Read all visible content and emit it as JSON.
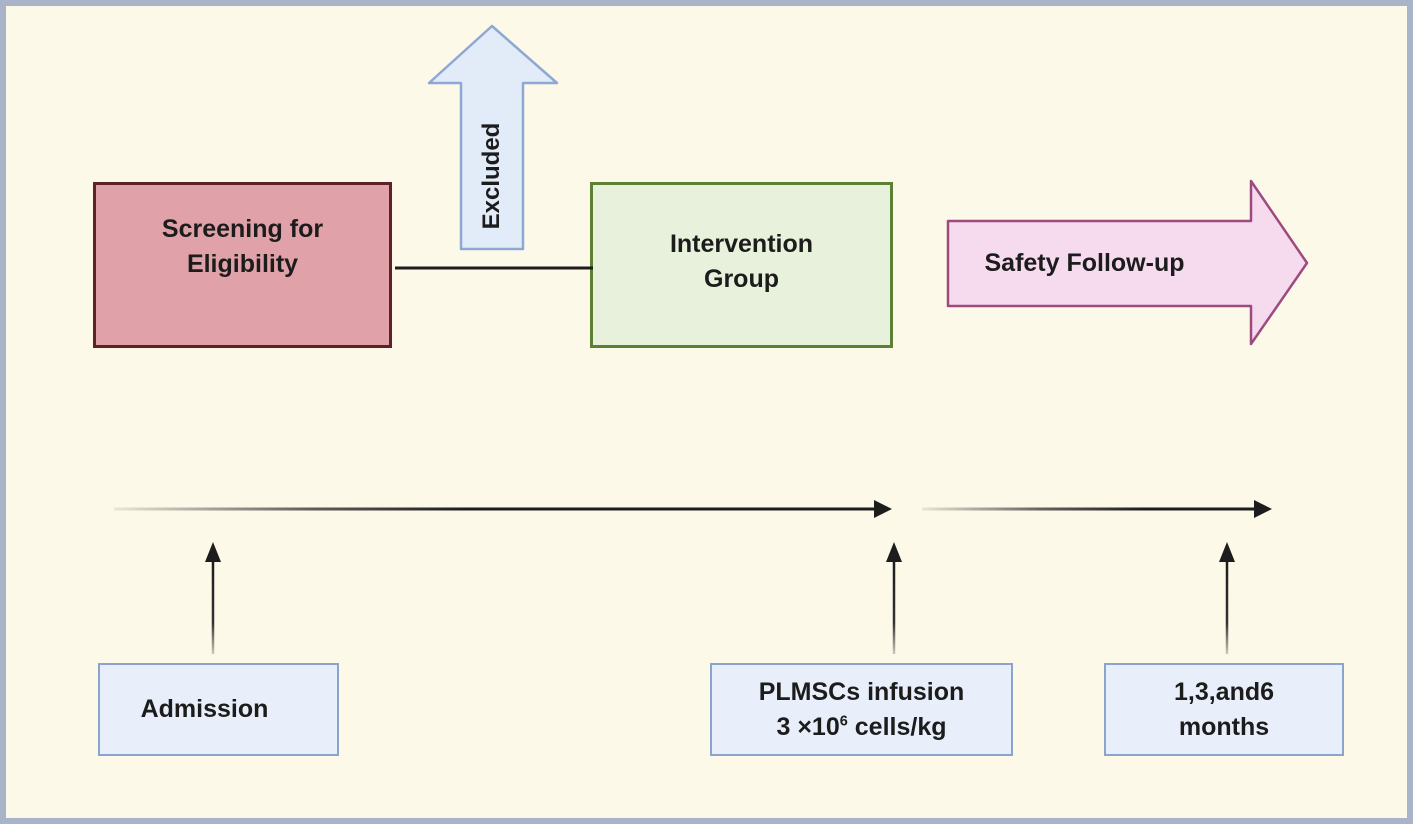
{
  "boxes": {
    "screening": {
      "line1": "Screening for",
      "line2": "Eligibility"
    },
    "intervention": {
      "line1": "Intervention",
      "line2": "Group"
    },
    "excluded_label": "Excluded",
    "safety_label": "Safety Follow-up"
  },
  "timeline": {
    "events": [
      {
        "line1": "Admission"
      },
      {
        "line1": "PLMSCs infusion",
        "dose_prefix": "3 ×10",
        "dose_sup": "6",
        "dose_suffix": " cells/kg"
      },
      {
        "line1": "1,3,and6",
        "line2": "months"
      }
    ]
  },
  "colors": {
    "canvas_background": "#fdf9e9",
    "canvas_border": "#a9b3c9",
    "screening_fill": "#e0a2a8",
    "screening_border": "#5d2127",
    "intervention_fill": "#e7f1db",
    "intervention_border": "#5d8134",
    "excluded_arrow_fill": "#e2ebf8",
    "excluded_arrow_border": "#8ea7d5",
    "safety_arrow_fill": "#f6daee",
    "safety_arrow_border": "#9d4a80",
    "event_box_fill": "#e9effa",
    "event_box_border": "#8aa3cf",
    "line_ink": "#1d1d1d"
  }
}
